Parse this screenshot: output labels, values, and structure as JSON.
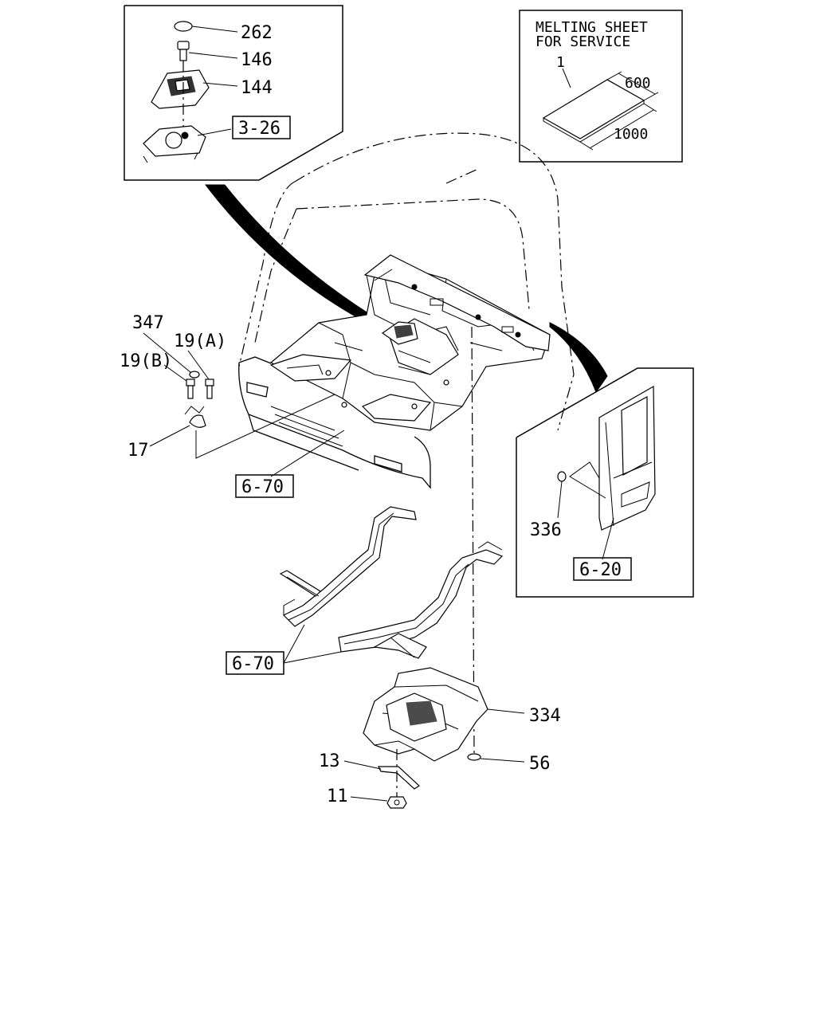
{
  "sheet_note": {
    "line1": "MELTING SHEET",
    "line2": "FOR SERVICE"
  },
  "sheet_dims": {
    "part_no": "1",
    "width": "600",
    "length": "1000"
  },
  "callouts": {
    "c262": "262",
    "c146": "146",
    "c144": "144",
    "c347": "347",
    "c19a": "19(A)",
    "c19b": "19(B)",
    "c17": "17",
    "c336": "336",
    "c334": "334",
    "c56": "56",
    "c13": "13",
    "c11": "11"
  },
  "refs": {
    "r326": "3-26",
    "r670a": "6-70",
    "r670b": "6-70",
    "r620": "6-20"
  }
}
